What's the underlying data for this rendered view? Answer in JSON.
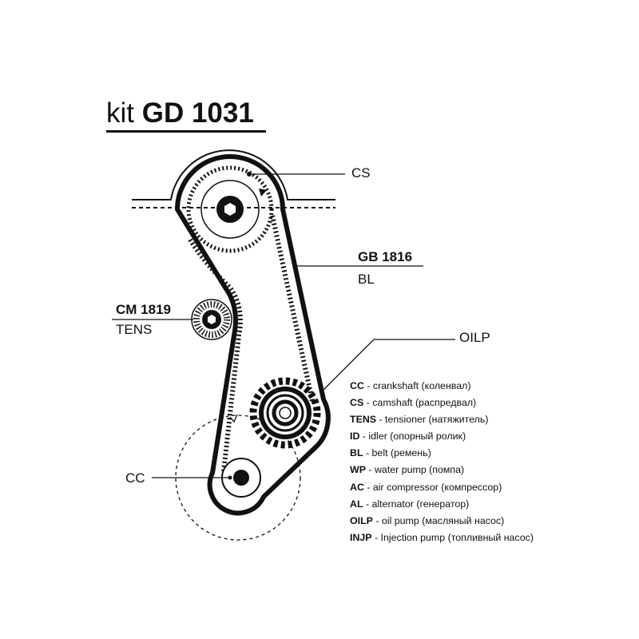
{
  "title": {
    "prefix": "kit",
    "code": "GD 1031"
  },
  "labels": {
    "cs": "CS",
    "belt_part": "GB 1816",
    "belt": "BL",
    "tensioner_part": "CM 1819",
    "tensioner": "TENS",
    "oil_pump": "OILP",
    "crankshaft": "CC"
  },
  "legend": [
    {
      "abbr": "CC",
      "desc": " - crankshaft (коленвал)"
    },
    {
      "abbr": "CS",
      "desc": " - camshaft (распредвал)"
    },
    {
      "abbr": "TENS",
      "desc": " - tensioner (натяжитель)"
    },
    {
      "abbr": "ID",
      "desc": " - idler (опорный ролик)"
    },
    {
      "abbr": "BL",
      "desc": " - belt (ремень)"
    },
    {
      "abbr": "WP",
      "desc": " - water pump (помпа)"
    },
    {
      "abbr": "AC",
      "desc": " - air compressor (компрессор)"
    },
    {
      "abbr": "AL",
      "desc": " - alternator (генератор)"
    },
    {
      "abbr": "OILP",
      "desc": " - oil pump (масляный насос)"
    },
    {
      "abbr": "INJP",
      "desc": " - Injection pump (топливный насос)"
    }
  ]
}
